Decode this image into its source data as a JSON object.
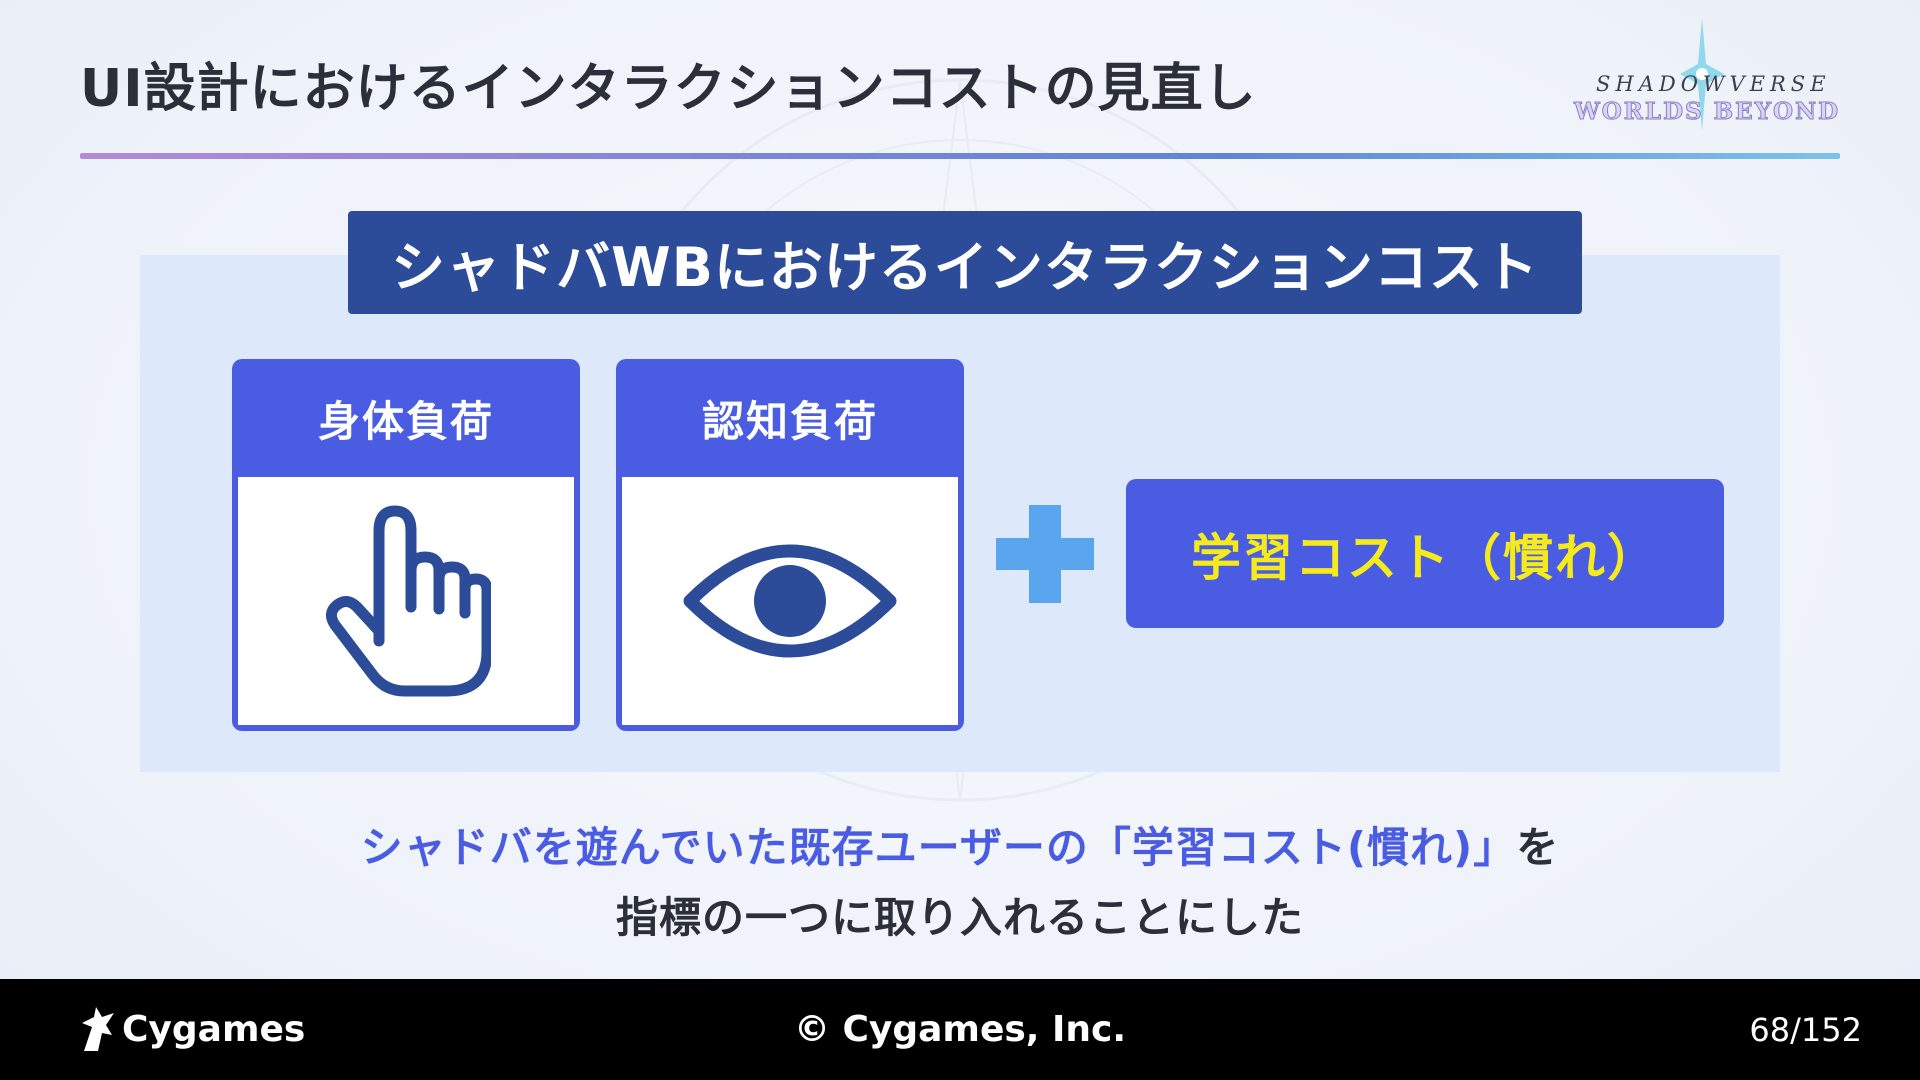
{
  "title": "UI設計におけるインタラクションコストの見直し",
  "logo": {
    "line1": "SHADOWVERSE",
    "line2": "WORLDS BEYOND"
  },
  "banner": "シャドバWBにおけるインタラクションコスト",
  "cards": [
    {
      "label": "身体負荷",
      "icon": "pointing-hand-icon"
    },
    {
      "label": "認知負荷",
      "icon": "eye-icon"
    }
  ],
  "learning_cost": "学習コスト（慣れ）",
  "caption": {
    "line1_highlight": "シャドバを遊んでいた既存ユーザーの「学習コスト(慣れ)」",
    "line1_tail": "を",
    "line2": "指標の一つに取り入れることにした"
  },
  "footer": {
    "brand": "Cygames",
    "copyright": "© Cygames, Inc.",
    "page": "68/152"
  },
  "colors": {
    "accent_blue": "#4a5de2",
    "banner_navy": "#2c4b98",
    "highlight_yellow": "#f5ea1c",
    "plus_blue": "#5aa6ee",
    "panel_bg": "#dde9fb"
  }
}
